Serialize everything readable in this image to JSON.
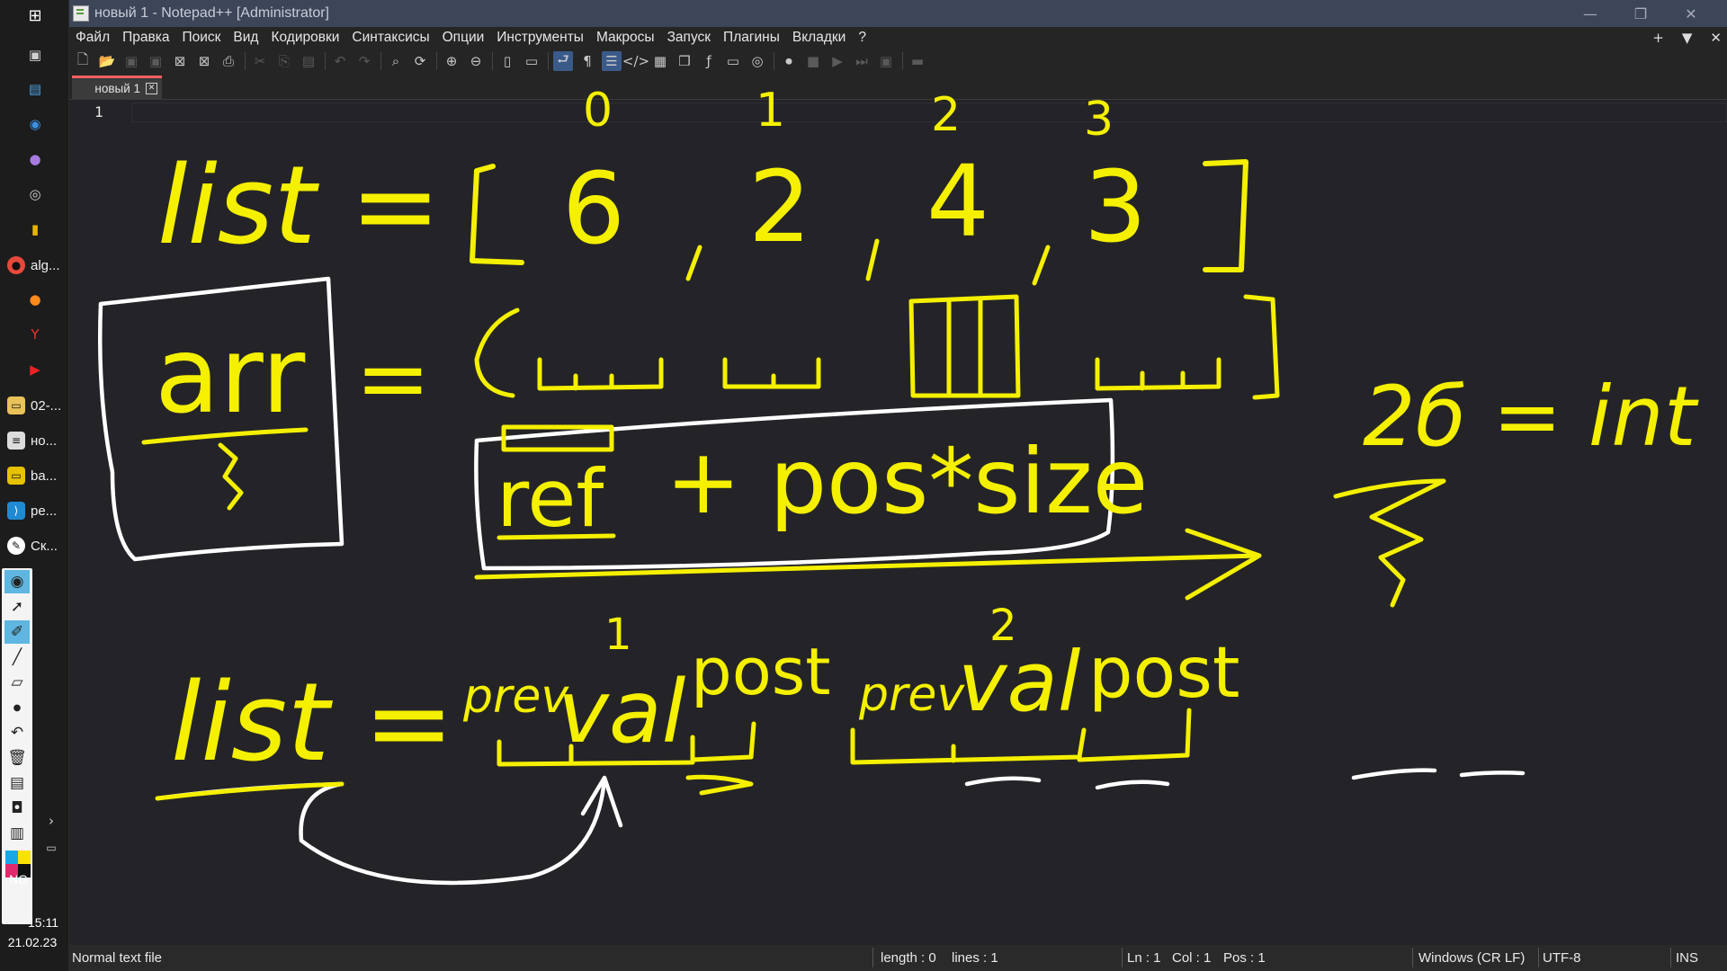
{
  "taskbar": {
    "apps": [
      {
        "label": "alg...",
        "icon": "chrome-icon"
      },
      {
        "label": "02-...",
        "icon": "folder-icon"
      },
      {
        "label": "но...",
        "icon": "notepad-icon"
      },
      {
        "label": "ba...",
        "icon": "terminal-icon"
      },
      {
        "label": "pe...",
        "icon": "vscode-icon"
      },
      {
        "label": "Ск...",
        "icon": "pen-tool-icon"
      }
    ],
    "tray": {
      "lang": "NG",
      "time": "15:11",
      "date": "21.02.23"
    }
  },
  "window": {
    "title": "новый 1 - Notepad++ [Administrator]",
    "menu": [
      "Файл",
      "Правка",
      "Поиск",
      "Вид",
      "Кодировки",
      "Синтаксисы",
      "Опции",
      "Инструменты",
      "Макросы",
      "Запуск",
      "Плагины",
      "Вкладки",
      "?"
    ],
    "menu_right": [
      "+",
      "▼",
      "✕"
    ],
    "tab": {
      "label": "новый 1"
    },
    "line_number": "1"
  },
  "sketch": {
    "colors": {
      "yellow": "#f4f000",
      "white": "#ffffff"
    },
    "text": {
      "list1": "list =",
      "indices": [
        "0",
        "1",
        "2",
        "3"
      ],
      "values": [
        "6",
        "2",
        "4",
        "3"
      ],
      "arr": "arr",
      "ref_expr_ref": "ref",
      "ref_expr_rest": "+ pos*size",
      "int_note": "2б = int",
      "list2": "list =",
      "node1_prev": "prev",
      "node1_val": "val",
      "node1_post": "post",
      "node1_index": "1",
      "node2_prev": "prev",
      "node2_val": "val",
      "node2_post": "post",
      "node2_index": "2"
    }
  },
  "status": {
    "type": "Normal text file",
    "length": "length : 0",
    "lines": "lines : 1",
    "ln": "Ln : 1",
    "col": "Col : 1",
    "pos": "Pos : 1",
    "eol": "Windows (CR LF)",
    "enc": "UTF-8",
    "mode": "INS"
  }
}
